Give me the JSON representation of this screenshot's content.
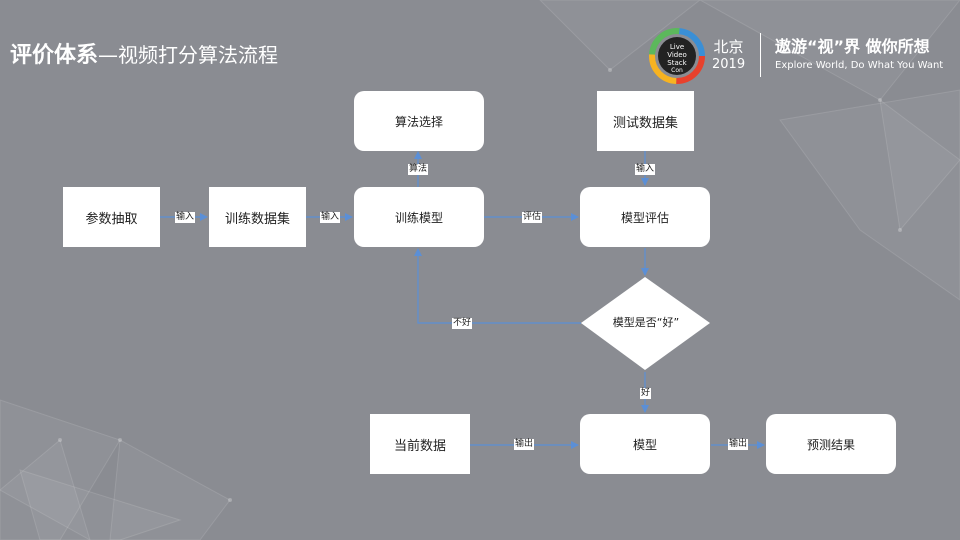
{
  "header": {
    "title_bold": "评价体系",
    "title_rest": "—视频打分算法流程",
    "city": "北京",
    "year": "2019",
    "slogan_cn": "遨游“视”界  做你所想",
    "slogan_en": "Explore World, Do What You Want",
    "logo_text_1": "Live",
    "logo_text_2": "Video",
    "logo_text_3": "Stack",
    "logo_text_4": "Con"
  },
  "nodes": {
    "param_extract": "参数抽取",
    "train_dataset": "训练数据集",
    "train_model": "训练模型",
    "algo_select": "算法选择",
    "test_dataset": "测试数据集",
    "model_eval": "模型评估",
    "decision": "模型是否“好”",
    "current_data": "当前数据",
    "model": "模型",
    "predict_result": "预测结果"
  },
  "edges": {
    "param_to_train": "输入",
    "dataset_to_model": "输入",
    "model_to_algo": "算法",
    "model_to_eval": "评估",
    "test_to_eval": "输入",
    "decision_no": "不好",
    "decision_yes": "好",
    "current_to_model": "输出",
    "model_to_result": "输出"
  },
  "colors": {
    "background": "#8a8c92",
    "arrow": "#5b8fd6",
    "node": "#ffffff"
  }
}
